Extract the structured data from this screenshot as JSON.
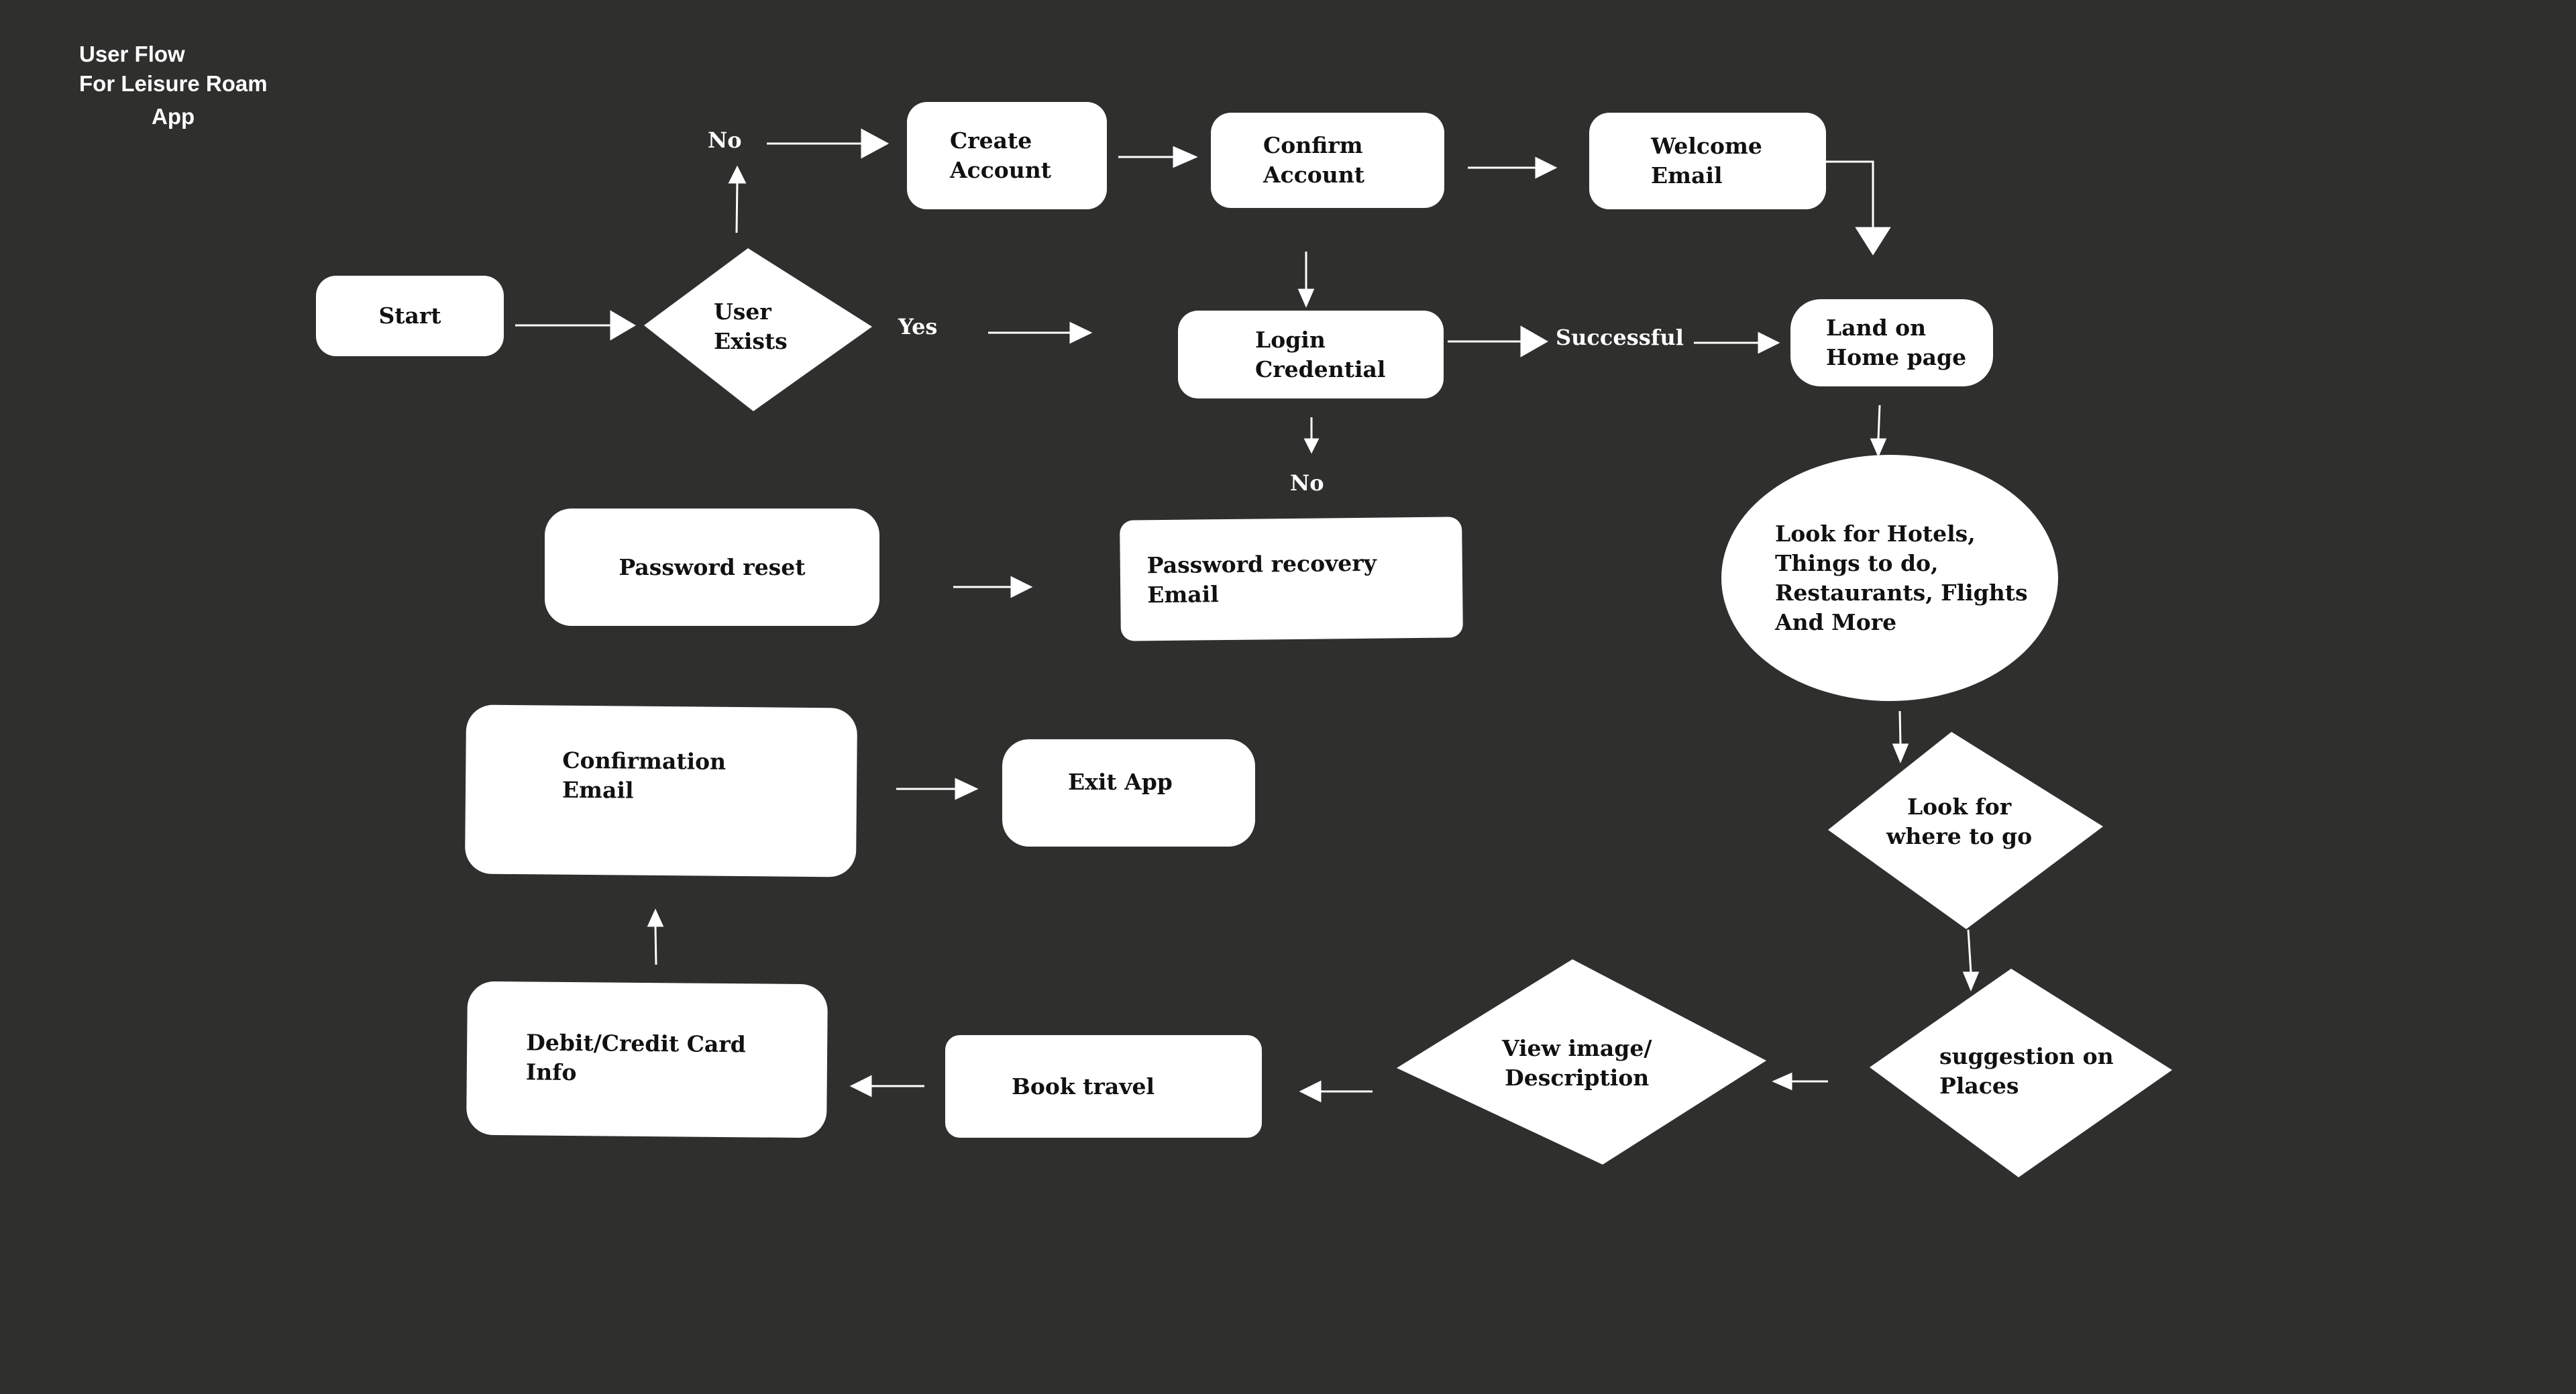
{
  "title": {
    "line1": "User Flow",
    "line2": "For Leisure Roam",
    "line3": "App"
  },
  "colors": {
    "background": "#2f302d",
    "node_fill": "#ffffff",
    "node_text": "#111111",
    "arrow": "#ffffff",
    "label_text": "#ffffff"
  },
  "nodes": {
    "start": "Start",
    "user_exists": "User\nExists",
    "create_account": "Create\nAccount",
    "confirm_account": "Confirm\nAccount",
    "welcome_email": "Welcome\nEmail",
    "login_credential": "Login\nCredential",
    "land_home": "Land on\nHome page",
    "look_for_hotels": "Look for Hotels,\nThings to do,\nRestaurants, Flights\nAnd More",
    "password_reset": "Password reset",
    "password_recovery_email": "Password recovery\nEmail",
    "confirmation_email": "Confirmation\nEmail",
    "exit_app": "Exit App",
    "look_where": "Look for\nwhere to go",
    "suggestion_places": "suggestion on\nPlaces",
    "view_image": "View image/\nDescription",
    "book_travel": "Book travel",
    "debit_credit": "Debit/Credit Card\nInfo"
  },
  "labels": {
    "no_top": "No",
    "yes": "Yes",
    "successful": "Successful",
    "no_login": "No"
  }
}
